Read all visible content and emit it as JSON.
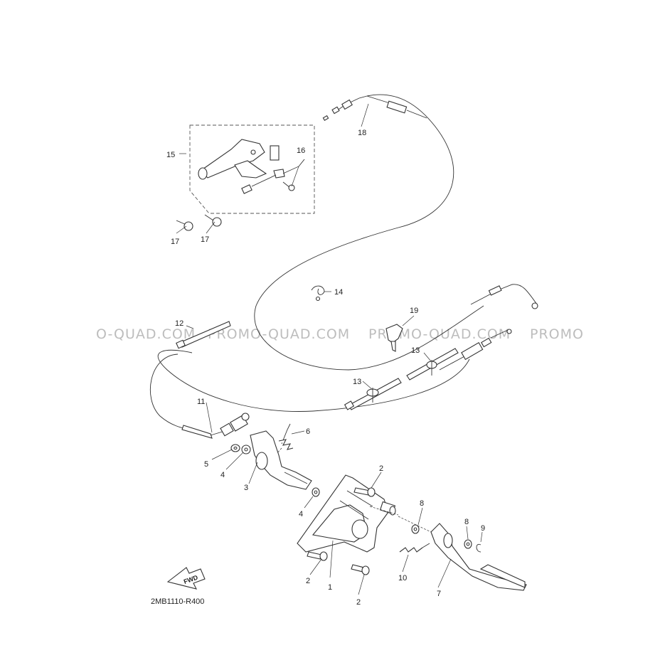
{
  "diagram": {
    "watermark_text": "PROMO-QUAD.COM",
    "watermark_edge_left": "O-QUAD.COM",
    "watermark_edge_right": "PROMO",
    "fwd_label": "FWD",
    "diagram_code": "2MB1110-R400",
    "callouts": {
      "c1": "1",
      "c2a": "2",
      "c2b": "2",
      "c2c": "2",
      "c3": "3",
      "c4a": "4",
      "c4b": "4",
      "c5": "5",
      "c6": "6",
      "c7": "7",
      "c8a": "8",
      "c8b": "8",
      "c9": "9",
      "c10": "10",
      "c11": "11",
      "c12": "12",
      "c13a": "13",
      "c13b": "13",
      "c14": "14",
      "c15": "15",
      "c16": "16",
      "c17a": "17",
      "c17b": "17",
      "c18": "18",
      "c19": "19"
    }
  }
}
